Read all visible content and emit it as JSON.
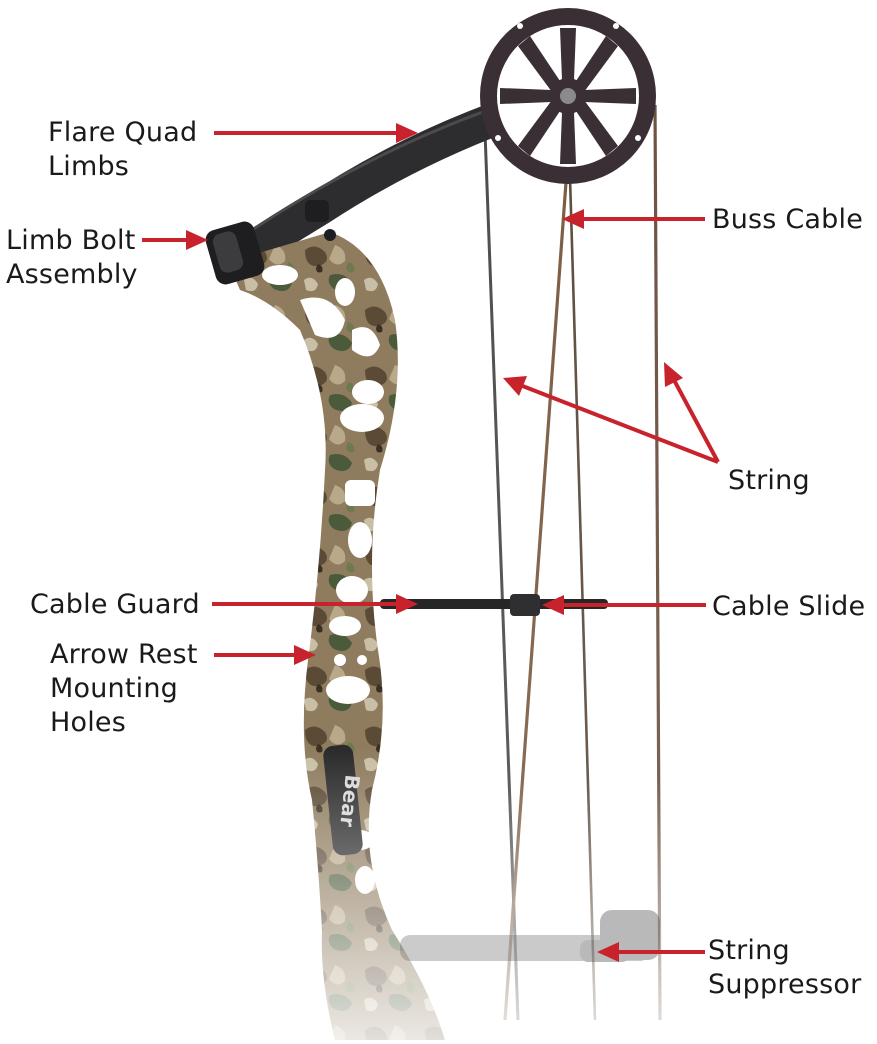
{
  "colors": {
    "arrow": "#c8232c",
    "camo_base": "#8c7a5e",
    "limb": "#2d2d2f",
    "cam": "#3a2f34",
    "string": "#4a4a4a",
    "camo_string": "#7a5a40"
  },
  "labels": {
    "flare_quad_limbs": [
      "Flare Quad",
      "Limbs"
    ],
    "limb_bolt_assembly": [
      "Limb Bolt",
      "Assembly"
    ],
    "buss_cable": [
      "Buss Cable"
    ],
    "string": [
      "String"
    ],
    "cable_guard": [
      "Cable Guard"
    ],
    "cable_slide": [
      "Cable Slide"
    ],
    "arrow_rest_mounting_holes": [
      "Arrow Rest",
      "Mounting",
      "Holes"
    ],
    "string_suppressor": [
      "String",
      "Suppressor"
    ]
  },
  "riser_logo": "Bear"
}
